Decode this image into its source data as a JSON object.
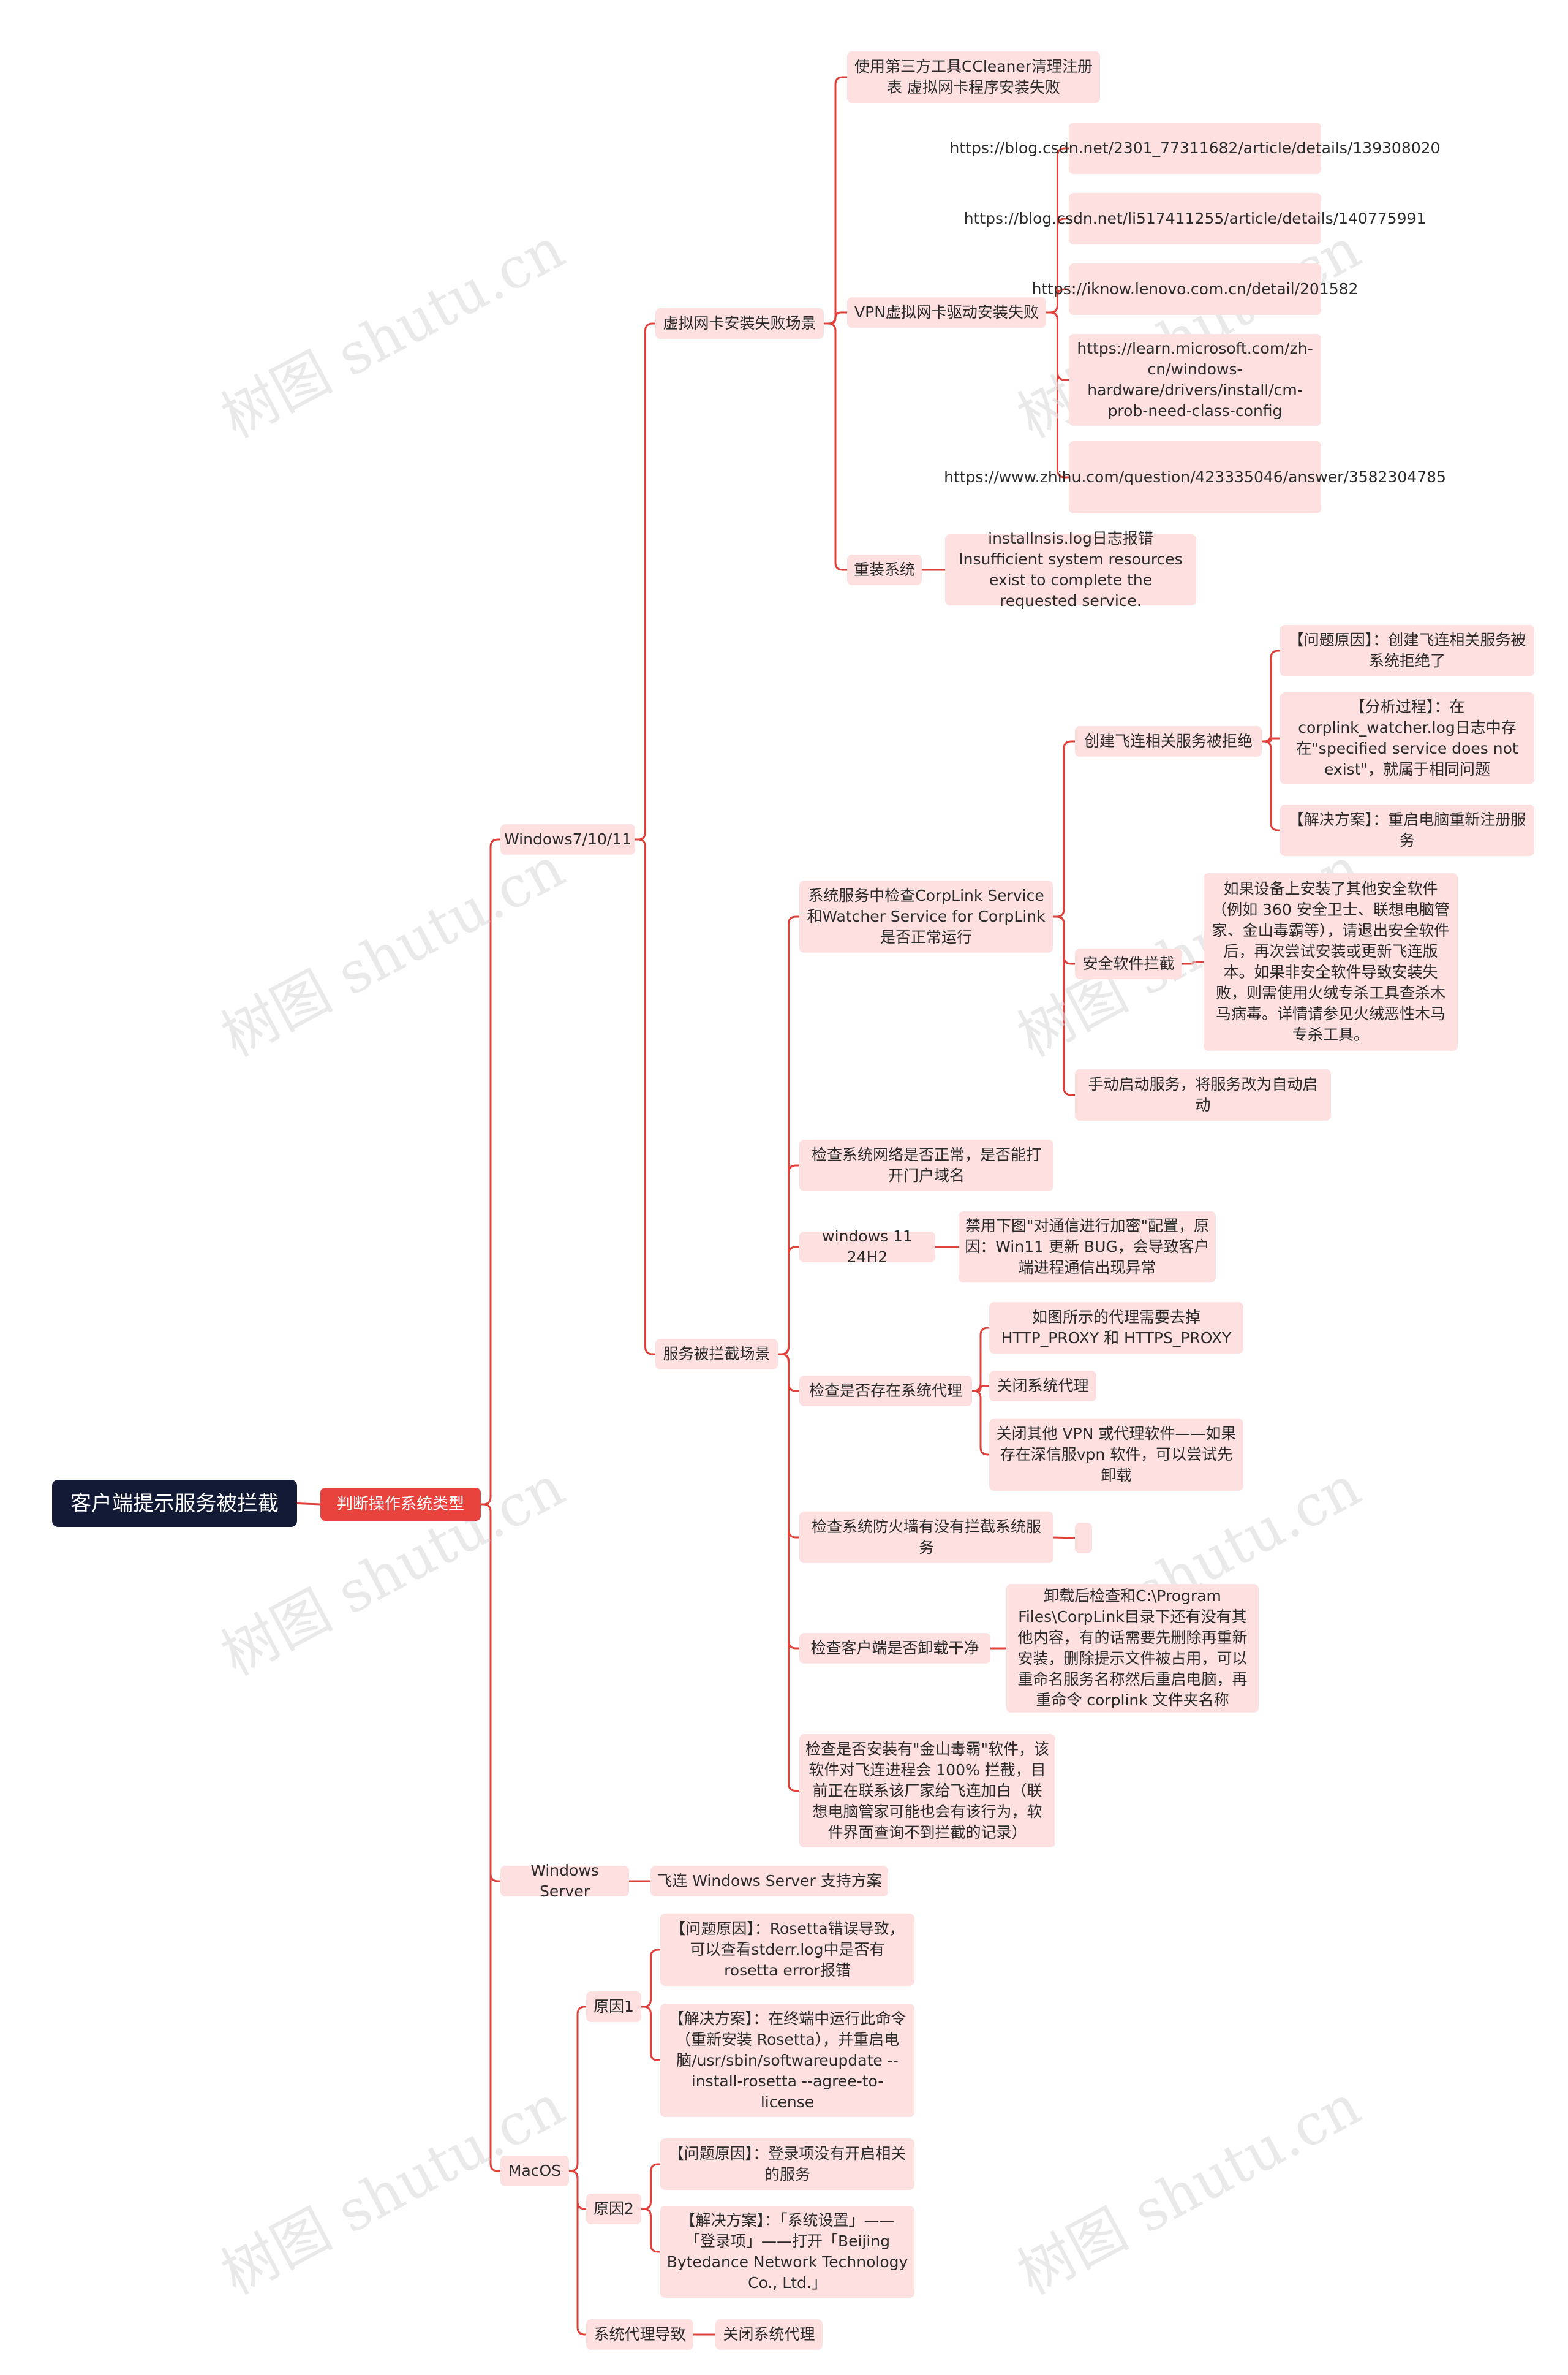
{
  "root": "客户端提示服务被拦截",
  "level1": "判断操作系统类型",
  "os": {
    "windows": "Windows7/10/11",
    "windows_server": "Windows Server",
    "macos": "MacOS"
  },
  "windows_server_child": "飞连 Windows Server 支持方案",
  "virtual_nic": {
    "label": "虚拟网卡安装失败场景",
    "ccleaner": "使用第三方工具CCleaner清理注册表 虚拟网卡程序安装失败",
    "vpn_driver": "VPN虚拟网卡驱动安装失败",
    "links": [
      "https://blog.csdn.net/2301_77311682/article/details/139308020",
      "https://blog.csdn.net/li517411255/article/details/140775991",
      "https://iknow.lenovo.com.cn/detail/201582",
      "https://learn.microsoft.com/zh-cn/windows-hardware/drivers/install/cm-prob-need-class-config",
      "https://www.zhihu.com/question/423335046/answer/3582304785"
    ],
    "reinstall": "重装系统",
    "reinstall_detail": "installnsis.log日志报错Insufficient system resources exist to complete the requested service."
  },
  "blocked": {
    "label": "服务被拦截场景",
    "check_service": "系统服务中检查CorpLink Service 和Watcher Service for CorpLink 是否正常运行",
    "create_denied": "创建飞连相关服务被拒绝",
    "cause": "【问题原因】：创建飞连相关服务被系统拒绝了",
    "analysis": "【分析过程】：在corplink_watcher.log日志中存在\"specified service does not exist\"，就属于相同问题",
    "solution": "【解决方案】：重启电脑重新注册服务",
    "security_block": "安全软件拦截",
    "security_detail": "如果设备上安装了其他安全软件（例如 360 安全卫士、联想电脑管家、金山毒霸等），请退出安全软件后，再次尝试安装或更新飞连版本。如果非安全软件导致安装失败，则需使用火绒专杀工具查杀木马病毒。详情请参见火绒恶性木马专杀工具。",
    "manual_start": "手动启动服务，将服务改为自动启动",
    "network": "检查系统网络是否正常，是否能打开门户域名",
    "win11": "windows 11 24H2",
    "win11_detail": "禁用下图\"对通信进行加密\"配置，原因：Win11 更新 BUG，会导致客户端进程通信出现异常",
    "proxy": "检查是否存在系统代理",
    "proxy_items": [
      "如图所示的代理需要去掉HTTP_PROXY 和 HTTPS_PROXY",
      "关闭系统代理",
      "关闭其他 VPN 或代理软件——如果存在深信服vpn 软件，可以尝试先卸载"
    ],
    "firewall": "检查系统防火墙有没有拦截系统服务",
    "uninstall": "检查客户端是否卸载干净",
    "uninstall_detail": "卸载后检查和C:\\Program Files\\CorpLink目录下还有没有其他内容，有的话需要先删除再重新安装，删除提示文件被占用，可以重命名服务名称然后重启电脑，再重命令 corplink 文件夹名称",
    "jinshan": "检查是否安装有\"金山毒霸\"软件，该软件对飞连进程会 100% 拦截，目前正在联系该厂家给飞连加白（联想电脑管家可能也会有该行为，软件界面查询不到拦截的记录）"
  },
  "mac": {
    "reason1": "原因1",
    "reason1_cause": "【问题原因】：Rosetta错误导致，可以查看stderr.log中是否有rosetta error报错",
    "reason1_solution": "【解决方案】：在终端中运行此命令（重新安装 Rosetta），并重启电脑/usr/sbin/softwareupdate --install-rosetta --agree-to-license",
    "reason2": "原因2",
    "reason2_cause": "【问题原因】：登录项没有开启相关的服务",
    "reason2_solution": "【解决方案】：「系统设置」——「登录项」——打开「Beijing Bytedance Network Technology Co., Ltd.」",
    "proxy": "系统代理导致",
    "proxy_child": "关闭系统代理"
  },
  "watermark": "树图 shutu.cn"
}
